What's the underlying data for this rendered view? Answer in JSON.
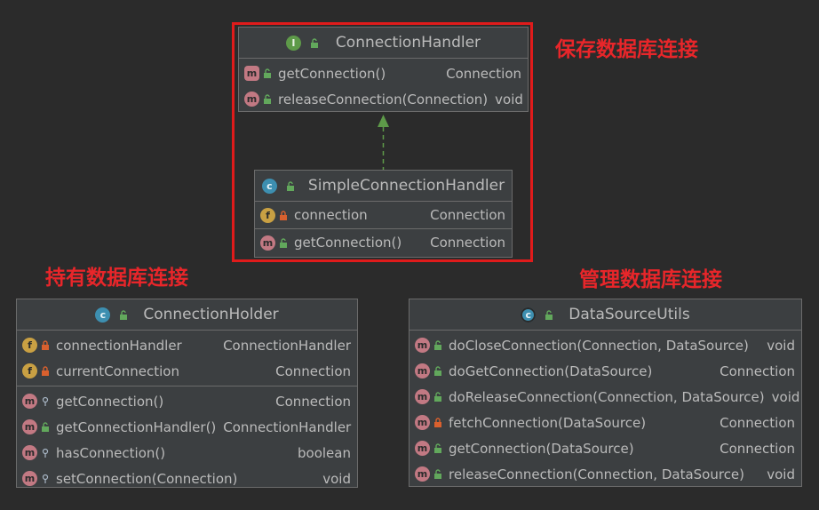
{
  "annotations": {
    "save": "保存数据库连接",
    "hold": "持有数据库连接",
    "manage": "管理数据库连接"
  },
  "connectionHandler": {
    "name": "ConnectionHandler",
    "icon": "interface-icon",
    "methods": [
      {
        "name": "getConnection()",
        "type": "Connection",
        "access": "public"
      },
      {
        "name": "releaseConnection(Connection)",
        "type": "void",
        "access": "public"
      }
    ]
  },
  "simpleConnectionHandler": {
    "name": "SimpleConnectionHandler",
    "icon": "class-icon",
    "fields": [
      {
        "name": "connection",
        "type": "Connection",
        "access": "private"
      }
    ],
    "methods": [
      {
        "name": "getConnection()",
        "type": "Connection",
        "access": "public"
      }
    ]
  },
  "connectionHolder": {
    "name": "ConnectionHolder",
    "icon": "class-icon",
    "fields": [
      {
        "name": "connectionHandler",
        "type": "ConnectionHandler",
        "access": "private"
      },
      {
        "name": "currentConnection",
        "type": "Connection",
        "access": "private"
      }
    ],
    "methods": [
      {
        "name": "getConnection()",
        "type": "Connection",
        "access": "package"
      },
      {
        "name": "getConnectionHandler()",
        "type": "ConnectionHandler",
        "access": "public"
      },
      {
        "name": "hasConnection()",
        "type": "boolean",
        "access": "package"
      },
      {
        "name": "setConnection(Connection)",
        "type": "void",
        "access": "package"
      }
    ]
  },
  "dataSourceUtils": {
    "name": "DataSourceUtils",
    "icon": "abstract-class-icon",
    "methods": [
      {
        "name": "doCloseConnection(Connection, DataSource)",
        "type": "void",
        "access": "public"
      },
      {
        "name": "doGetConnection(DataSource)",
        "type": "Connection",
        "access": "public"
      },
      {
        "name": "doReleaseConnection(Connection, DataSource)",
        "type": "void",
        "access": "public"
      },
      {
        "name": "fetchConnection(DataSource)",
        "type": "Connection",
        "access": "private"
      },
      {
        "name": "getConnection(DataSource)",
        "type": "Connection",
        "access": "public"
      },
      {
        "name": "releaseConnection(Connection, DataSource)",
        "type": "void",
        "access": "public"
      }
    ]
  },
  "colors": {
    "background": "#2b2b2b",
    "box": "#3c3f41",
    "highlight": "#e01b1b",
    "arrow": "#5e9a49"
  }
}
